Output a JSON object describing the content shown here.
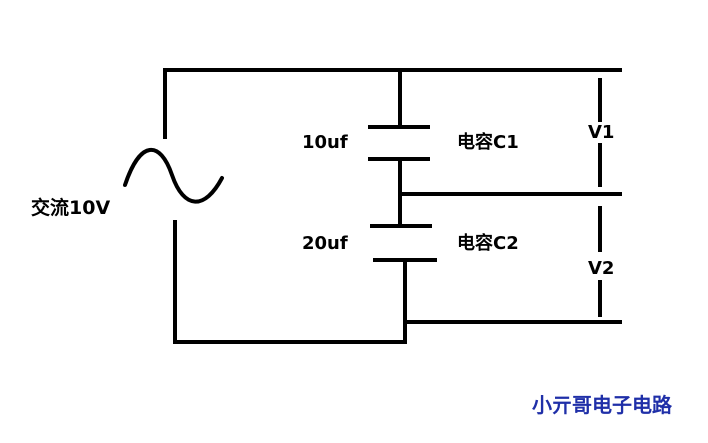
{
  "labels": {
    "source": "交流10V",
    "c1_value": "10uf",
    "c2_value": "20uf",
    "c1_name": "电容C1",
    "c2_name": "电容C2",
    "v1": "V1",
    "v2": "V2",
    "watermark": "小亓哥电子电路"
  },
  "colors": {
    "wire": "#000000",
    "text": "#000000",
    "watermark": "#1f2fa8",
    "background": "#ffffff"
  }
}
